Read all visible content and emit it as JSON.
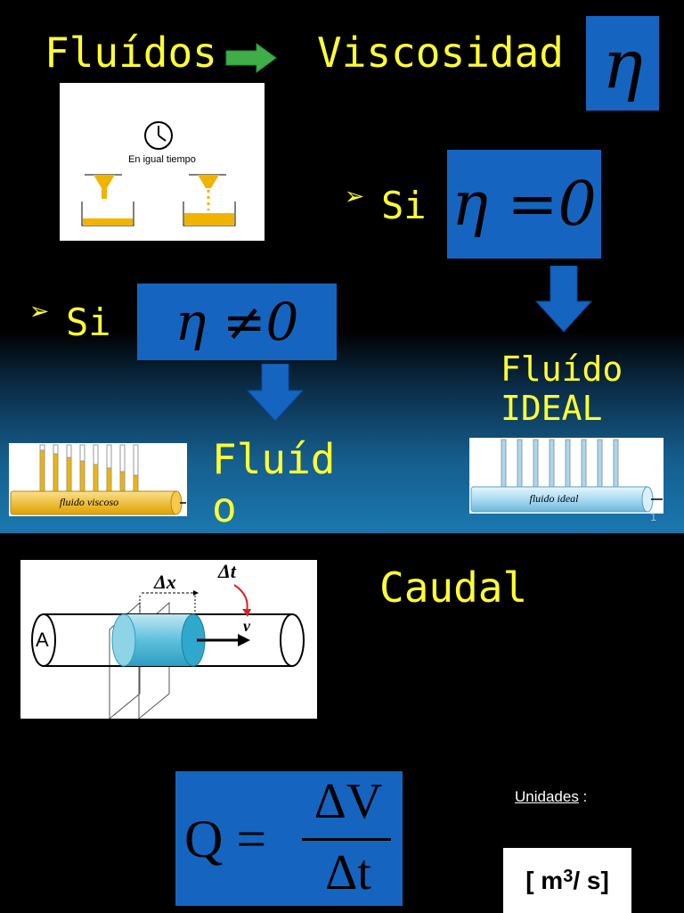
{
  "slide1": {
    "title_left": "Fluídos",
    "title_right": "Viscosidad",
    "eta_symbol": "η",
    "clock_caption": "En igual tiempo",
    "bullet_glyph": "➢",
    "si_label_1": "Si",
    "eq_zero": "η =0",
    "si_label_2": "Si",
    "eq_nonzero": "η ≠0",
    "ideal_line1": "Fluído",
    "ideal_line2": "IDEAL",
    "viscous_line1": "Fluíd",
    "viscous_line2": "o",
    "tube_viscous_label": "fluido viscoso",
    "tube_ideal_label": "fluido ideal",
    "page_number": "1",
    "colors": {
      "yellow_text": "#ffff33",
      "math_box": "#1565c0",
      "arrow_blue": "#1565c0",
      "arrow_green": "#3fae49"
    }
  },
  "slide2": {
    "title": "Caudal",
    "diagram": {
      "area_label": "A",
      "dx_label": "Δx",
      "dt_label": "Δt",
      "v_label": "v"
    },
    "formula": {
      "lhs": "Q =",
      "numerator": "ΔV",
      "denominator": "Δt"
    },
    "unidades_label": "Unidades",
    "unidades_colon": " :",
    "units": {
      "open": "[ m",
      "exp": "3",
      "close": "/ s]"
    }
  }
}
